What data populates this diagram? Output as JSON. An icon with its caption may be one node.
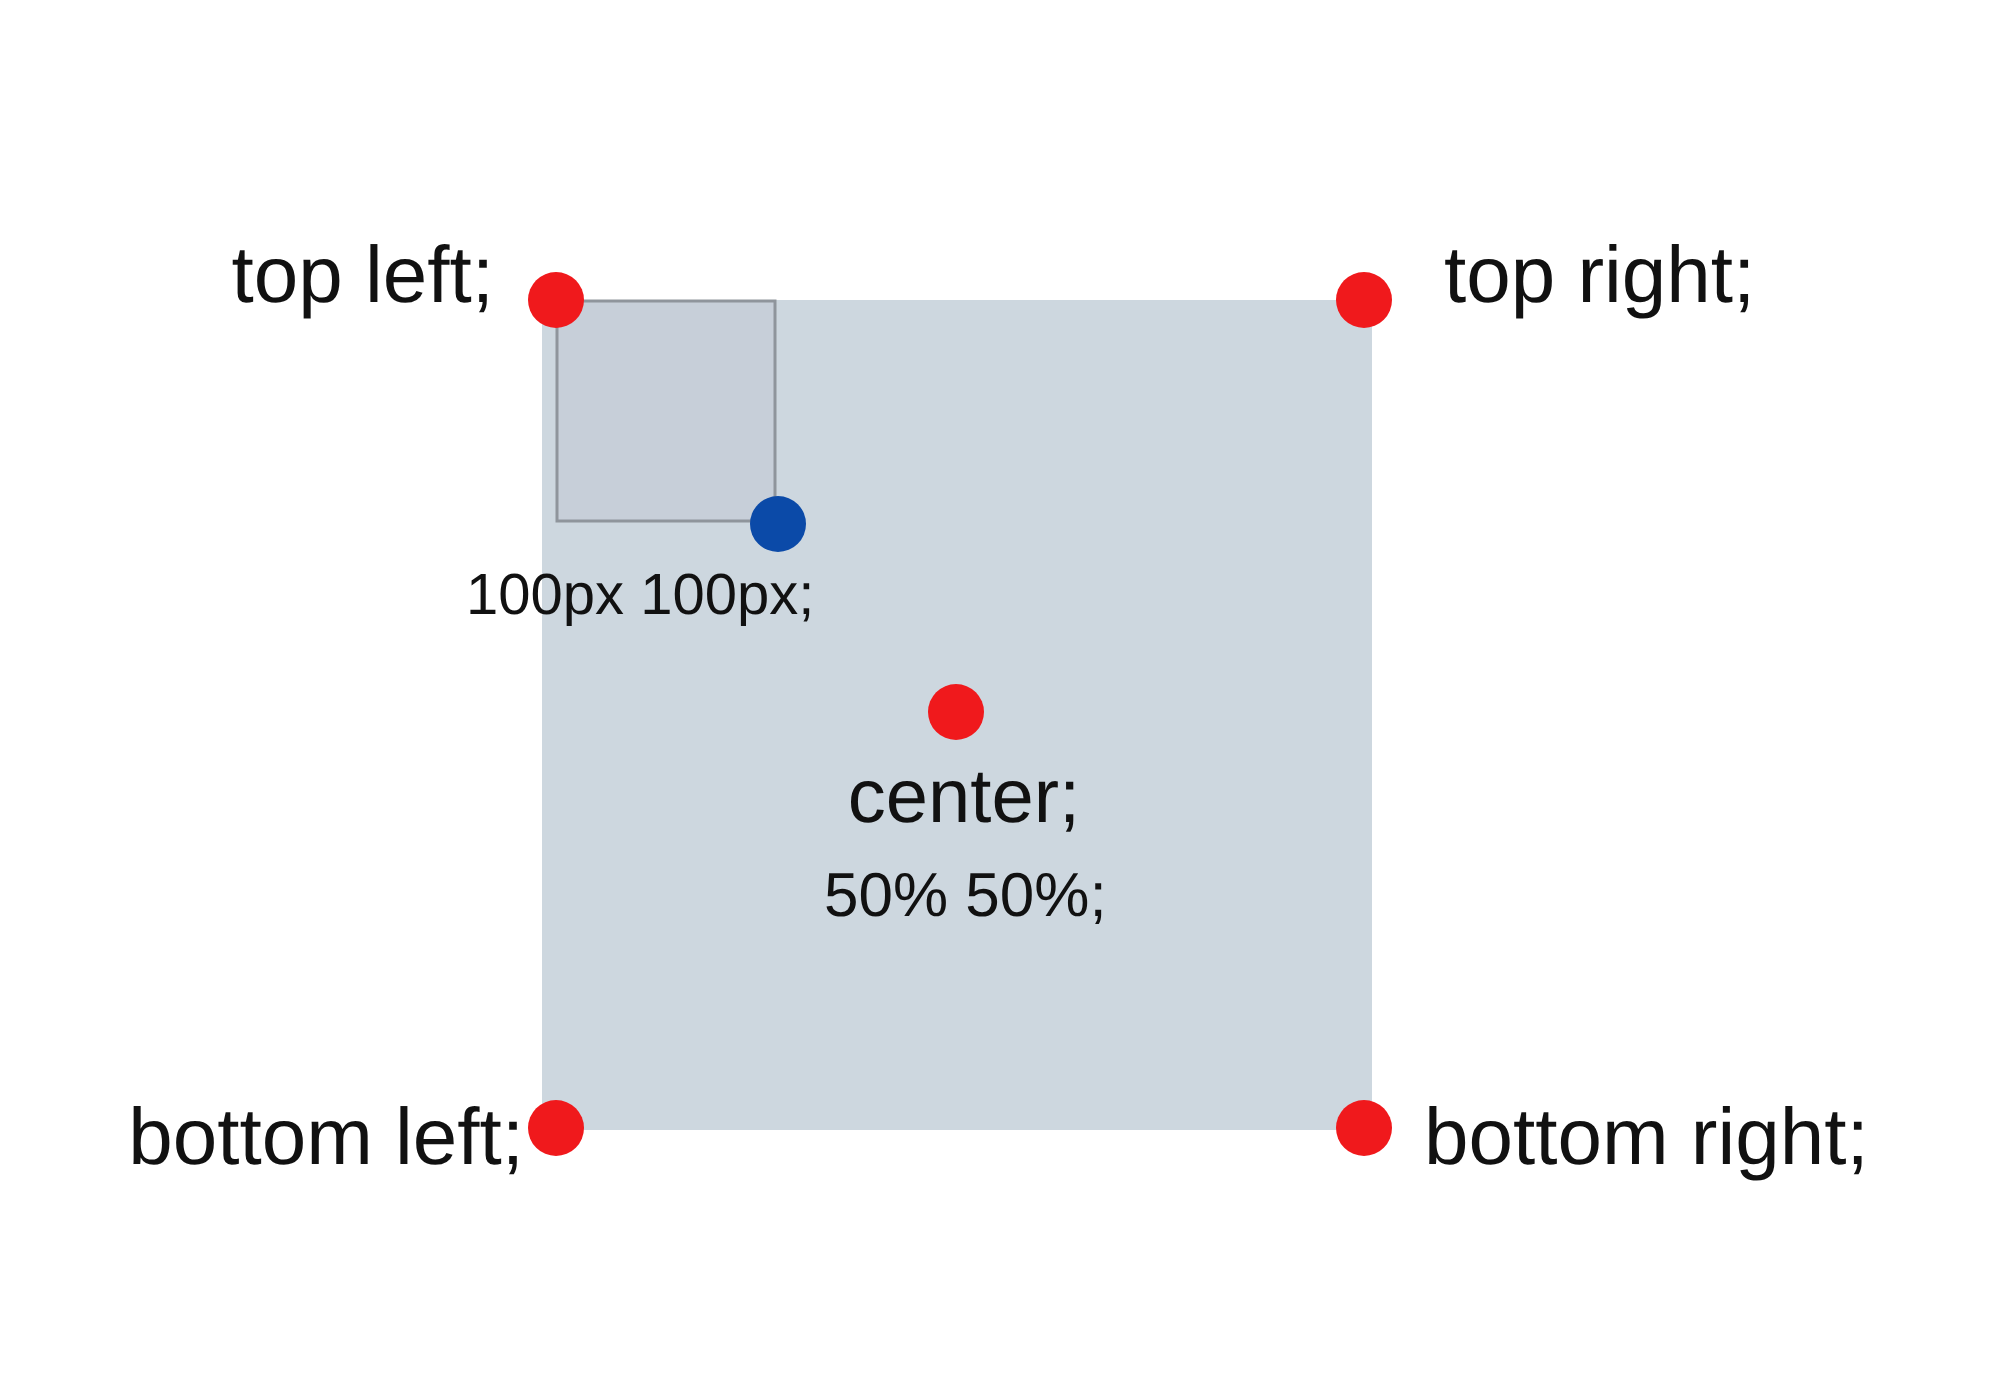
{
  "diagram": {
    "labels": [
      "top left;",
      "top right;",
      "100px 100px;",
      "center;",
      "50% 50%;",
      "bottom left;",
      "bottom right;"
    ]
  }
}
